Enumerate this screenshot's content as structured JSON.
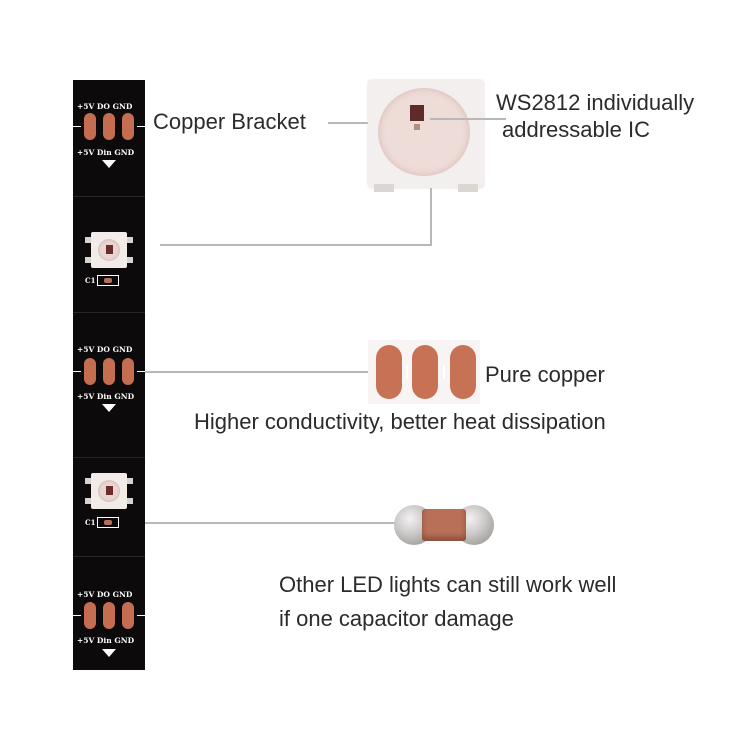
{
  "strip": {
    "pad_label_top": "+5V DO GND",
    "pad_label_bottom": "+5V Din GND",
    "capacitor_label": "C1"
  },
  "labels": {
    "copper_bracket": "Copper Bracket",
    "ic_line1": "WS2812 individually",
    "ic_line2": "addressable IC",
    "pure_copper": "Pure copper",
    "conductivity": "Higher conductivity, better heat dissipation",
    "capacitor_line1": "Other LED lights can still work well",
    "capacitor_line2": "if one capacitor damage"
  },
  "colors": {
    "strip": "#0c0a0b",
    "copper": "#c56d50",
    "callout_line": "#b8b8b8",
    "text": "#2b2b2b"
  },
  "icons": {
    "led": "ws2812-led-icon",
    "capacitor": "smd-capacitor-icon"
  }
}
